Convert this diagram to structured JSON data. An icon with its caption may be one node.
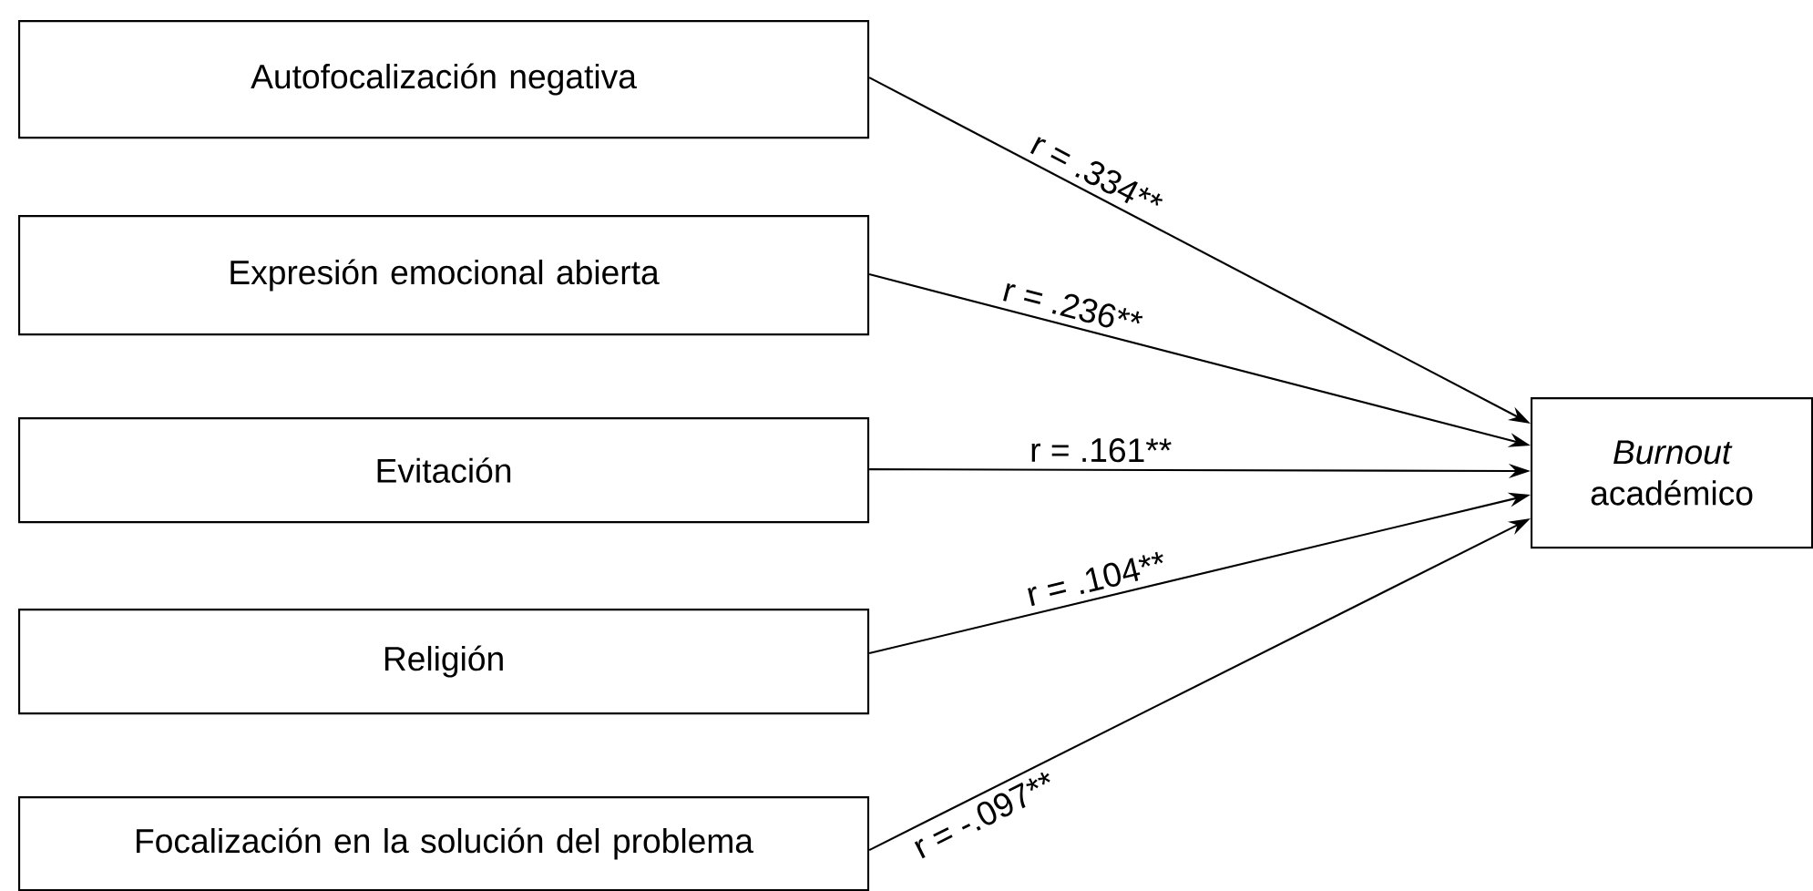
{
  "diagram": {
    "nodes": [
      {
        "text": [
          "Autofocalización negativa"
        ]
      },
      {
        "text": [
          "Expresión emocional abierta"
        ]
      },
      {
        "text": [
          "Evitación"
        ]
      },
      {
        "text": [
          "Religión"
        ]
      },
      {
        "text": [
          "Focalización en la solución del problema"
        ]
      },
      {
        "text": [
          "*Burnout* académico"
        ]
      }
    ],
    "edges": [
      {
        "from": 0,
        "to": 5,
        "arrow": "to",
        "label": "r = .334**"
      },
      {
        "from": 1,
        "to": 5,
        "arrow": "to",
        "label": "r = .236**"
      },
      {
        "from": 2,
        "to": 5,
        "arrow": "to",
        "label": "r = .161**"
      },
      {
        "from": 3,
        "to": 5,
        "arrow": "to",
        "label": "r = .104**"
      },
      {
        "from": 4,
        "to": 5,
        "arrow": "to",
        "label": "r = -.097**"
      }
    ]
  }
}
